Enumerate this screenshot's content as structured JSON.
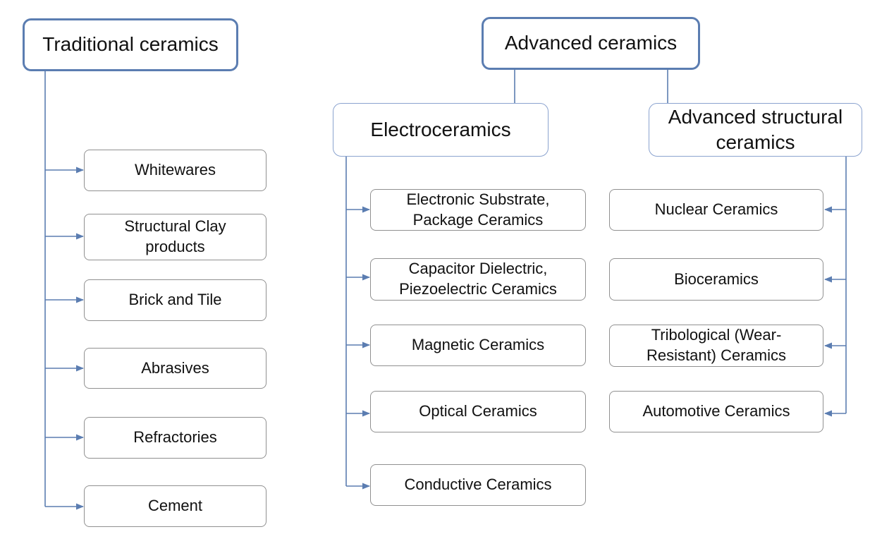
{
  "colors": {
    "connector": "#5b7db1",
    "root_border": "#5b7db1",
    "group_border": "#8ba3cf",
    "leaf_border": "#909090"
  },
  "traditional": {
    "title": "Traditional ceramics",
    "items": [
      "Whitewares",
      "Structural Clay products",
      "Brick and Tile",
      "Abrasives",
      "Refractories",
      "Cement"
    ]
  },
  "advanced": {
    "title": "Advanced ceramics",
    "electroceramics": {
      "title": "Electroceramics",
      "items": [
        "Electronic Substrate, Package Ceramics",
        "Capacitor Dielectric, Piezoelectric Ceramics",
        "Magnetic Ceramics",
        "Optical Ceramics",
        "Conductive Ceramics"
      ]
    },
    "structural": {
      "title": "Advanced structural ceramics",
      "items": [
        "Nuclear Ceramics",
        "Bioceramics",
        "Tribological (Wear-Resistant) Ceramics",
        "Automotive Ceramics"
      ]
    }
  }
}
